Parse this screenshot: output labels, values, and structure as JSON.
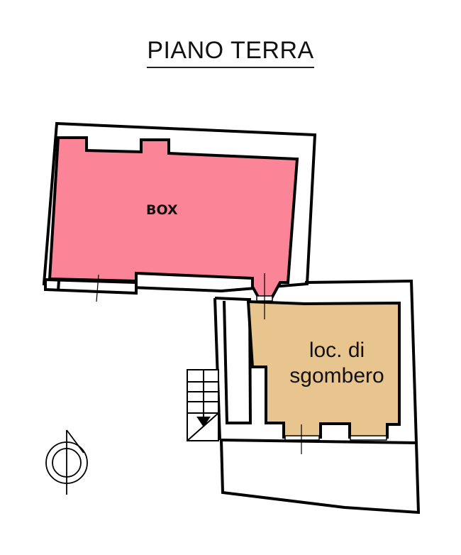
{
  "title": "PIANO TERRA",
  "rooms": [
    {
      "id": "box",
      "label": "BOX",
      "fill": "#fb8497"
    },
    {
      "id": "storage",
      "label_line1": "loc. di",
      "label_line2": "sgombero",
      "fill": "#e8c48f"
    }
  ],
  "colors": {
    "wall": "#000000",
    "background": "#ffffff",
    "box_fill": "#fb8497",
    "storage_fill": "#e8c48f"
  },
  "symbols": {
    "north_arrow": "north-arrow-icon",
    "stairs": "stairs-down-icon"
  }
}
